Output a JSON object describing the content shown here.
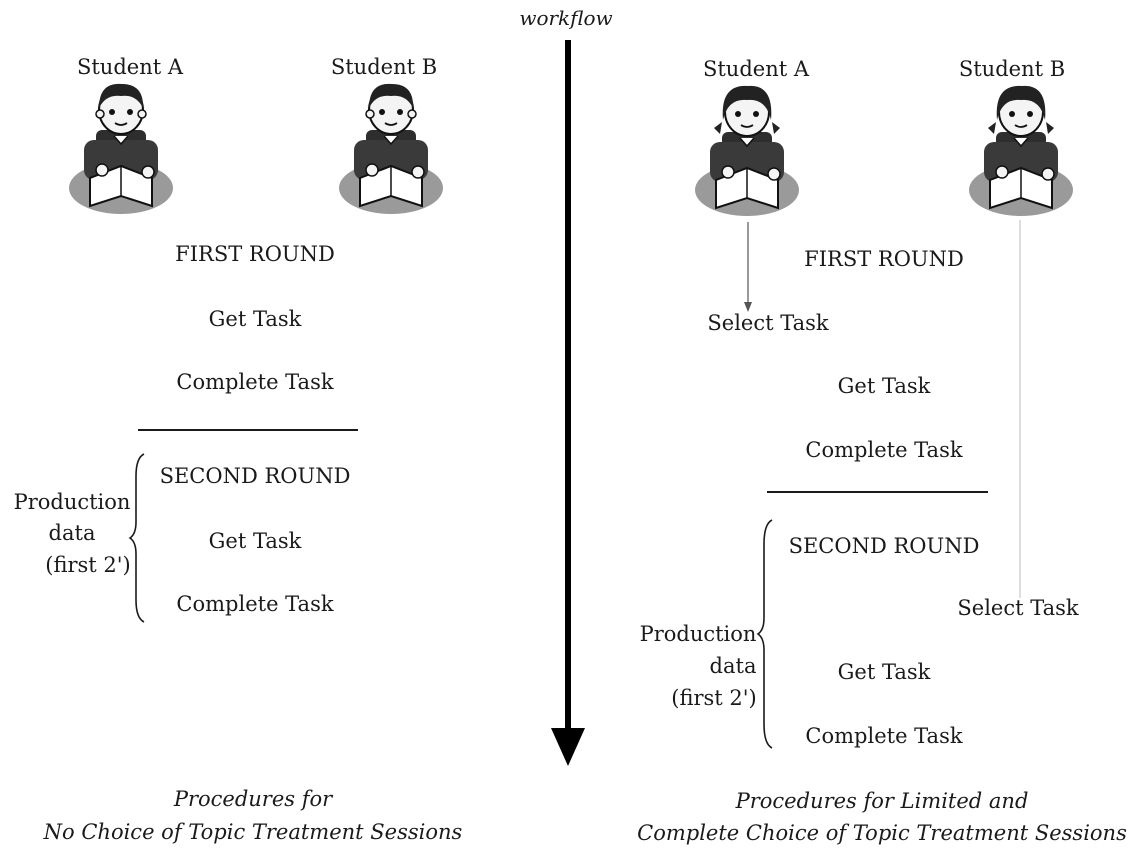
{
  "workflow_label": "workflow",
  "left": {
    "student_a": "Student A",
    "student_b": "Student B",
    "first_round": "FIRST ROUND",
    "get_task_1": "Get Task",
    "complete_task_1": "Complete Task",
    "second_round": "SECOND ROUND",
    "get_task_2": "Get Task",
    "complete_task_2": "Complete Task",
    "production_line1": "Production",
    "production_line2": "data",
    "production_line3": "(first 2')",
    "caption_line1": "Procedures for",
    "caption_line2": "No Choice of Topic Treatment Sessions"
  },
  "right": {
    "student_a": "Student A",
    "student_b": "Student B",
    "select_task_a": "Select Task",
    "first_round": "FIRST ROUND",
    "get_task_1": "Get Task",
    "complete_task_1": "Complete Task",
    "second_round": "SECOND ROUND",
    "select_task_b": "Select Task",
    "get_task_2": "Get Task",
    "complete_task_2": "Complete Task",
    "production_line1": "Production",
    "production_line2": "data",
    "production_line3": "(first 2')",
    "caption_line1": "Procedures for Limited and",
    "caption_line2": "Complete Choice of Topic Treatment Sessions"
  }
}
